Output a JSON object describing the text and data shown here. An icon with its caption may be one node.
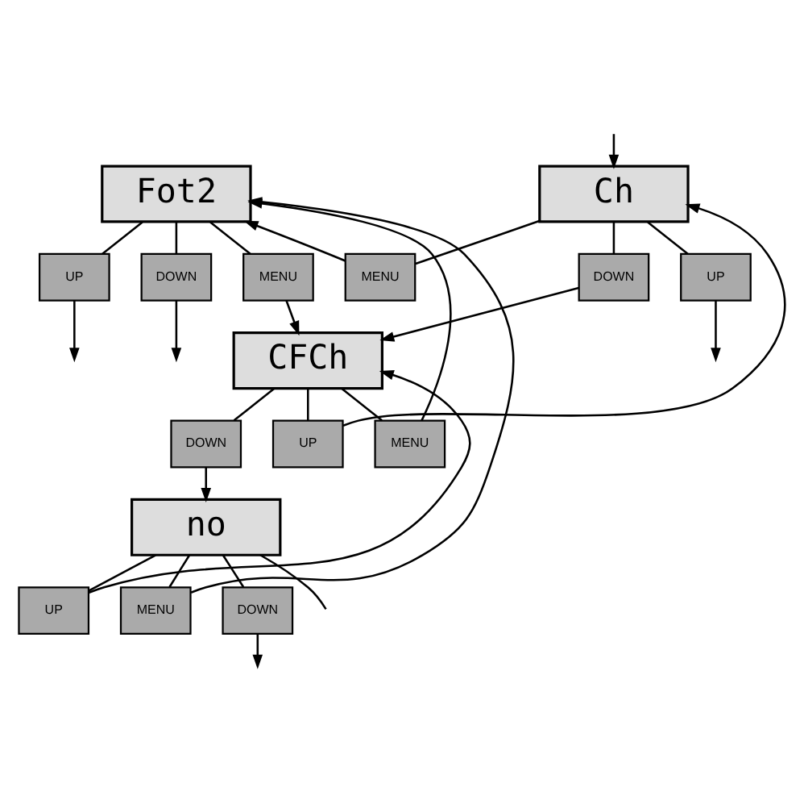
{
  "diagram": {
    "nodes": [
      {
        "text": [
          "Fot2"
        ]
      },
      {
        "text": [
          "UP"
        ]
      },
      {
        "text": [
          "MENU"
        ]
      },
      {
        "text": [
          "DOWN"
        ]
      },
      {
        "text": [
          "UP"
        ]
      },
      {
        "text": [
          "Ch"
        ]
      },
      {
        "text": [
          "MENU"
        ]
      },
      {
        "text": [
          "DOWN"
        ]
      },
      {
        "text": [
          "UP"
        ]
      },
      {
        "text": [
          "CFCh"
        ]
      },
      {
        "text": [
          "MENU"
        ]
      },
      {
        "text": [
          "DOWN"
        ]
      },
      {
        "text": [
          "UP"
        ]
      },
      {
        "text": [
          "no"
        ]
      },
      {
        "text": [
          "MENU"
        ]
      },
      {
        "text": [
          "DOWN"
        ]
      }
    ],
    "edges": [
      {
        "from": 0,
        "to": 1,
        "arrow": "none"
      },
      {
        "from": 1,
        "to": null,
        "arrow": "to"
      },
      {
        "from": 0,
        "to": 3,
        "arrow": "none"
      },
      {
        "from": 3,
        "to": null,
        "arrow": "to"
      },
      {
        "from": 0,
        "to": 2,
        "arrow": "none"
      },
      {
        "from": 2,
        "to": 9,
        "arrow": "to"
      },
      {
        "from": 5,
        "to": 4,
        "arrow": "none"
      },
      {
        "from": 4,
        "to": null,
        "arrow": "to"
      },
      {
        "from": null,
        "to": 5,
        "arrow": "to"
      },
      {
        "from": 5,
        "to": 6,
        "arrow": "none"
      },
      {
        "from": 9,
        "to": 10,
        "arrow": "none"
      },
      {
        "from": 13,
        "to": 14,
        "arrow": "none"
      },
      {
        "from": 6,
        "to": 0,
        "arrow": "to"
      },
      {
        "from": 10,
        "to": 0,
        "arrow": "to"
      },
      {
        "from": 14,
        "to": 0,
        "arrow": "to"
      },
      {
        "from": 5,
        "to": 7,
        "arrow": "none"
      },
      {
        "from": 7,
        "to": 9,
        "arrow": "to"
      },
      {
        "from": 9,
        "to": 8,
        "arrow": "none"
      },
      {
        "from": 8,
        "to": 5,
        "arrow": "to"
      },
      {
        "from": 9,
        "to": 11,
        "arrow": "none"
      },
      {
        "from": 11,
        "to": 13,
        "arrow": "to"
      },
      {
        "from": 13,
        "to": 12,
        "arrow": "none"
      },
      {
        "from": 12,
        "to": 9,
        "arrow": "to"
      },
      {
        "from": 13,
        "to": null,
        "arrow": "none"
      },
      {
        "from": 13,
        "to": 15,
        "arrow": "none"
      },
      {
        "from": 15,
        "to": null,
        "arrow": "to"
      }
    ]
  }
}
